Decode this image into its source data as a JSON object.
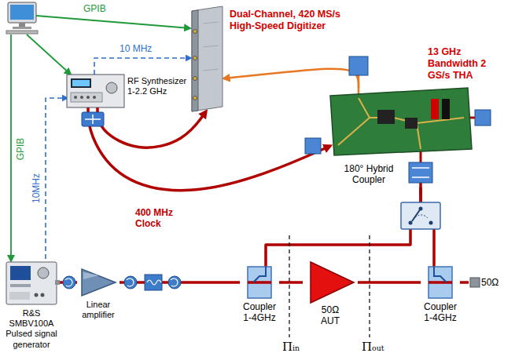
{
  "diagram": {
    "nodes": [
      {
        "text": [
          "Dual-Channel, 420 MS/s High-Speed Digitizer"
        ]
      },
      {
        "text": [
          "RF Synthesizer 1-2.2 GHz"
        ]
      },
      {
        "text": [
          "13 GHz Bandwidth 2 GS/s THA"
        ]
      },
      {
        "text": [
          "180° Hybrid Coupler"
        ]
      },
      {
        "text": [
          "R&S SMBV100A Pulsed signal generator"
        ]
      },
      {
        "text": [
          "Linear amplifier"
        ]
      },
      {
        "text": [
          "Coupler 1-4GHz"
        ]
      },
      {
        "text": [
          "50Ω AUT"
        ]
      },
      {
        "text": [
          "Coupler 1-4GHz"
        ]
      },
      {
        "text": [
          "50Ω"
        ]
      }
    ],
    "edges": [
      {
        "from": 4,
        "to": 1,
        "arrow": "to",
        "label": "10MHz"
      },
      {
        "from": 1,
        "to": 0,
        "arrow": "to",
        "label": "10 MHz"
      },
      {
        "from": 1,
        "to": 0,
        "arrow": "to"
      },
      {
        "from": 1,
        "to": 2,
        "arrow": "to",
        "label": "400 MHz Clock"
      },
      {
        "from": 2,
        "to": 0,
        "arrow": "to"
      },
      {
        "from": 6,
        "to": 3,
        "arrow": "none"
      },
      {
        "from": 8,
        "to": 3,
        "arrow": "none"
      },
      {
        "from": 4,
        "to": 5,
        "arrow": "none"
      },
      {
        "from": 5,
        "to": 6,
        "arrow": "none"
      },
      {
        "from": 6,
        "to": 7,
        "arrow": "none"
      },
      {
        "from": 7,
        "to": 8,
        "arrow": "none"
      },
      {
        "from": 8,
        "to": 9,
        "arrow": "none"
      }
    ],
    "labels": [
      "GPIB",
      "GPIB",
      "Πᵢₙ",
      "Πₒᵤₜ"
    ]
  }
}
